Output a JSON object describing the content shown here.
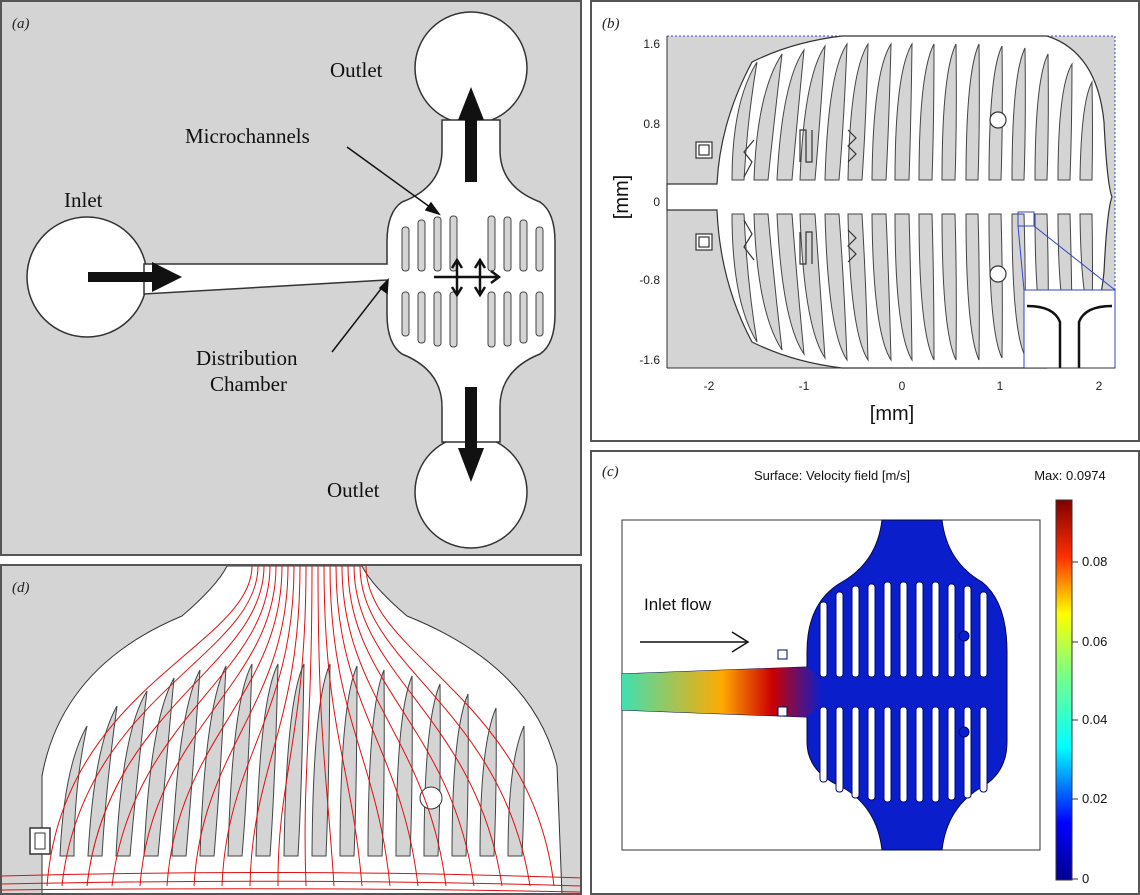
{
  "panel_a": {
    "label": "(a)",
    "outlet_top": "Outlet",
    "outlet_bottom": "Outlet",
    "inlet": "Inlet",
    "microchannels": "Microchannels",
    "distribution_line1": "Distribution",
    "distribution_line2": "Chamber"
  },
  "panel_b": {
    "label": "(b)",
    "xlabel": "[mm]",
    "ylabel": "[mm]",
    "xticks": [
      "-2",
      "-1",
      "0",
      "1",
      "2"
    ],
    "yticks": [
      "1.6",
      "0.8",
      "0",
      "-0.8",
      "-1.6"
    ]
  },
  "panel_c": {
    "label": "(c)",
    "title": "Surface: Velocity field [m/s]",
    "max_label": "Max: 0.0974",
    "inlet_flow": "Inlet flow",
    "colorbar_ticks": [
      "0.08",
      "0.06",
      "0.04",
      "0.02",
      "0"
    ]
  },
  "panel_d": {
    "label": "(d)"
  },
  "colors": {
    "chip_gray": "#d4d4d4",
    "streamline_red": "#e01010",
    "velocity_blue": "#0a1ecc"
  }
}
